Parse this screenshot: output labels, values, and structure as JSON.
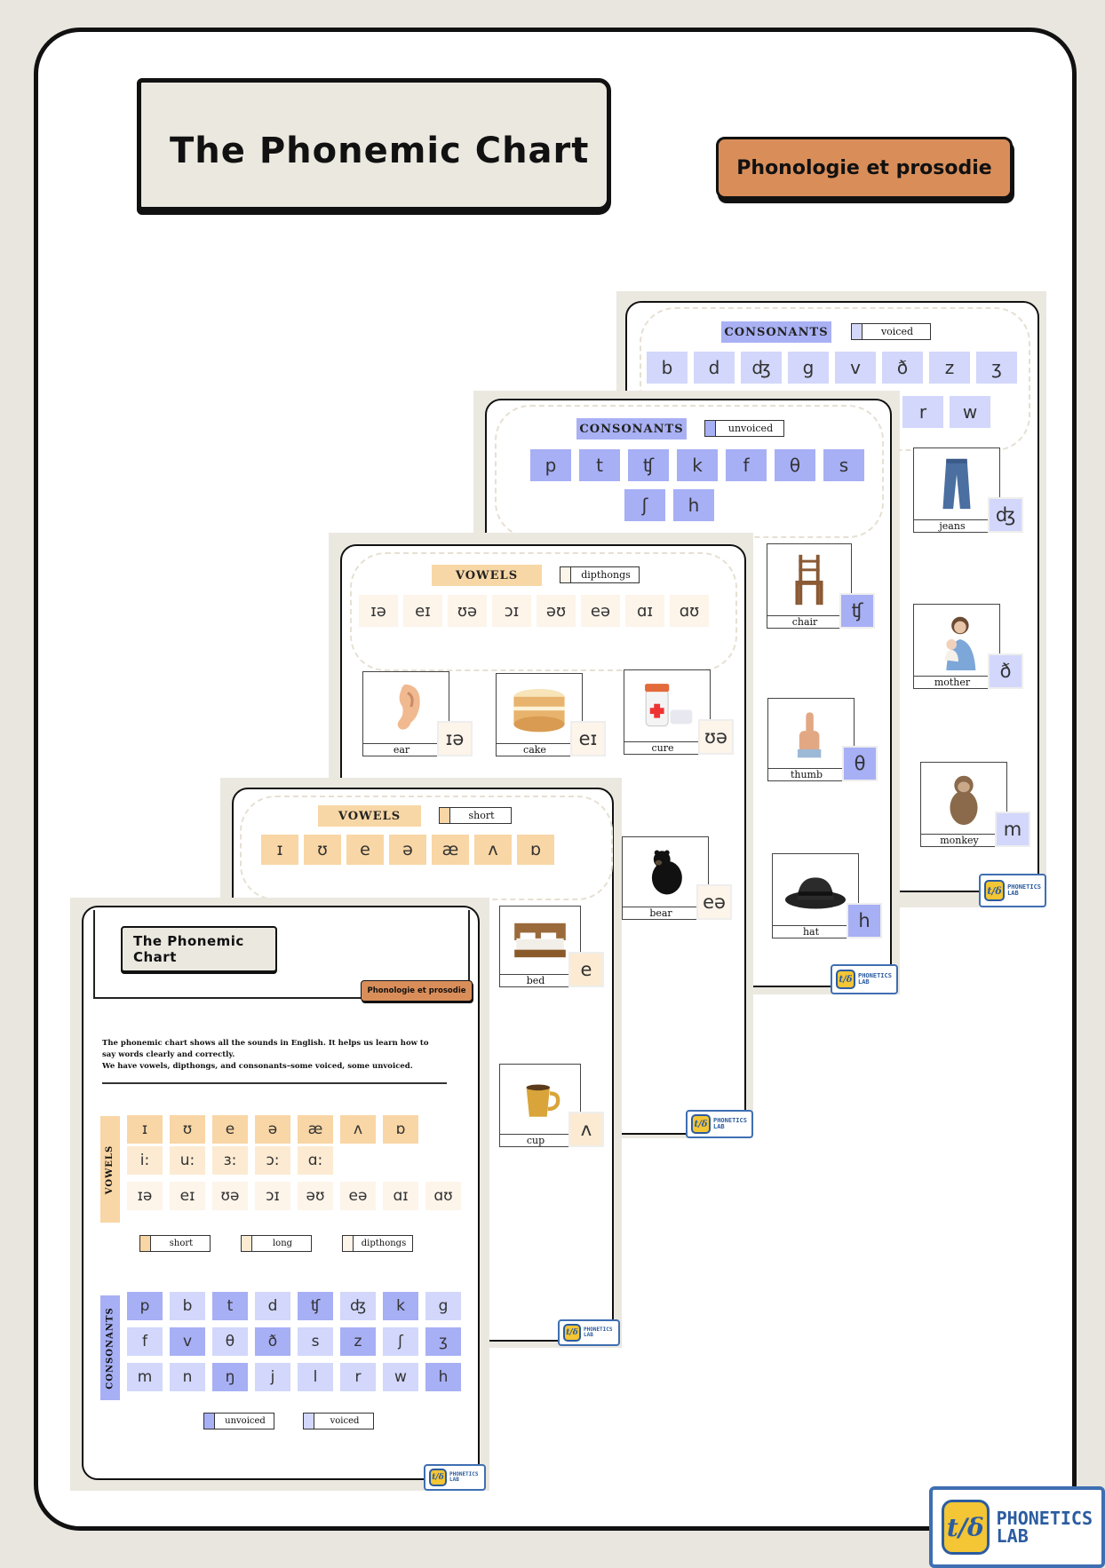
{
  "main_title": "The Phonemic Chart",
  "badge": "Phonologie et prosodie",
  "brand": {
    "mark": "t/δ",
    "line1": "PHONETICS",
    "line2": "LAB"
  },
  "sheet_voiced": {
    "header": "CONSONANTS",
    "legend": "voiced",
    "row1": [
      "b",
      "d",
      "ʤ",
      "g",
      "v",
      "ð",
      "z",
      "ʒ"
    ],
    "row2": [
      "r",
      "w"
    ],
    "items": [
      {
        "word": "jeans",
        "symbol": "ʤ"
      },
      {
        "word": "mother",
        "symbol": "ð"
      },
      {
        "word": "monkey",
        "symbol": "m"
      }
    ]
  },
  "sheet_unvoiced": {
    "header": "CONSONANTS",
    "legend": "unvoiced",
    "row1": [
      "p",
      "t",
      "ʧ",
      "k",
      "f",
      "θ",
      "s"
    ],
    "row2": [
      "ʃ",
      "h"
    ],
    "items": [
      {
        "word": "chair",
        "symbol": "ʧ"
      },
      {
        "word": "thumb",
        "symbol": "θ"
      },
      {
        "word": "hat",
        "symbol": "h"
      }
    ]
  },
  "sheet_dipthongs": {
    "header": "VOWELS",
    "legend": "dipthongs",
    "row": [
      "ɪə",
      "eɪ",
      "ʊə",
      "ɔɪ",
      "əʊ",
      "eə",
      "ɑɪ",
      "ɑʊ"
    ],
    "items": [
      {
        "word": "ear",
        "symbol": "ɪə"
      },
      {
        "word": "cake",
        "symbol": "eɪ"
      },
      {
        "word": "cure",
        "symbol": "ʊə"
      },
      {
        "word": "bear",
        "symbol": "eə"
      }
    ]
  },
  "sheet_short": {
    "header": "VOWELS",
    "legend": "short",
    "row": [
      "ɪ",
      "ʊ",
      "e",
      "ə",
      "æ",
      "ʌ",
      "ɒ"
    ],
    "items": [
      {
        "word": "bed",
        "symbol": "e"
      },
      {
        "word": "cup",
        "symbol": "ʌ"
      }
    ]
  },
  "sheet_front": {
    "title": "The Phonemic Chart",
    "badge": "Phonologie et prosodie",
    "intro1": "The phonemic chart shows all the sounds in English. It helps us learn how to",
    "intro2": "say words clearly and correctly.",
    "intro3": "We have vowels, dipthongs, and consonants–some voiced, some unvoiced.",
    "vowels_label": "VOWELS",
    "consonants_label": "CONSONANTS",
    "short": [
      "ɪ",
      "ʊ",
      "e",
      "ə",
      "æ",
      "ʌ",
      "ɒ"
    ],
    "long": [
      "i:",
      "u:",
      "ɜ:",
      "ɔ:",
      "ɑ:"
    ],
    "dipthongs": [
      "ɪə",
      "eɪ",
      "ʊə",
      "ɔɪ",
      "əʊ",
      "eə",
      "ɑɪ",
      "ɑʊ"
    ],
    "vowel_legend": [
      "short",
      "long",
      "dipthongs"
    ],
    "cons_row1": [
      "p",
      "b",
      "t",
      "d",
      "ʧ",
      "ʤ",
      "k",
      "g"
    ],
    "cons_row2": [
      "f",
      "v",
      "θ",
      "ð",
      "s",
      "z",
      "ʃ",
      "ʒ"
    ],
    "cons_row3": [
      "m",
      "n",
      "ŋ",
      "j",
      "l",
      "r",
      "w",
      "h"
    ],
    "cons_legend": [
      "unvoiced",
      "voiced"
    ]
  },
  "colors": {
    "unvoiced": "#a7aff5",
    "voiced": "#d2d7fb",
    "short": "#f9d6a5",
    "long": "#fcebd2",
    "dipthong": "#fdf4ea",
    "badge": "#d98e5a"
  }
}
